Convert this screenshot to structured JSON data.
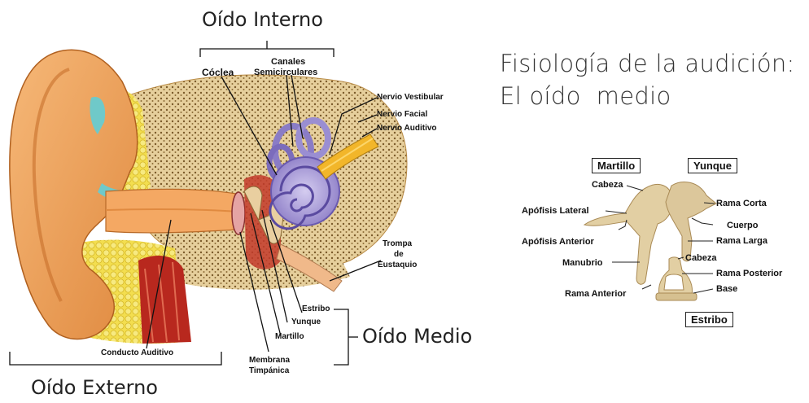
{
  "title": {
    "line1": "Fisiología de la audición:",
    "line2": "El oído  medio"
  },
  "sections": {
    "inner": "Oído Interno",
    "middle": "Oído Medio",
    "outer": "Oído Externo"
  },
  "ear_labels": {
    "coclea": "Cóclea",
    "canales_1": "Canales",
    "canales_2": "Semicirculares",
    "nervio_vestibular": "Nervio Vestibular",
    "nervio_facial": "Nervio Facial",
    "nervio_auditivo": "Nervio Auditivo",
    "trompa_1": "Trompa",
    "trompa_2": "de",
    "trompa_3": "Eustaquio",
    "estribo": "Estribo",
    "yunque": "Yunque",
    "martillo": "Martillo",
    "membrana_1": "Membrana",
    "membrana_2": "Timpánica",
    "conducto": "Conducto Auditivo"
  },
  "ossicle_labels": {
    "box_martillo": "Martillo",
    "box_yunque": "Yunque",
    "box_estribo": "Estribo",
    "cabeza_m": "Cabeza",
    "apofisis_lateral": "Apófisis Lateral",
    "apofisis_anterior": "Apófisis Anterior",
    "manubrio": "Manubrio",
    "rama_anterior": "Rama Anterior",
    "rama_corta": "Rama Corta",
    "cuerpo": "Cuerpo",
    "rama_larga": "Rama Larga",
    "cabeza_e": "Cabeza",
    "rama_posterior": "Rama Posterior",
    "base": "Base"
  },
  "colors": {
    "skin": "#f0a35a",
    "skin_dark": "#c86a28",
    "bone": "#e9d3a3",
    "bone_dot": "#7a5a2a",
    "fat": "#f5e25a",
    "cartilage": "#6fc9c9",
    "cochlea": "#a79bd6",
    "nerve": "#f2b62a",
    "muscle": "#b8281e",
    "ossicle": "#d9c59a"
  }
}
